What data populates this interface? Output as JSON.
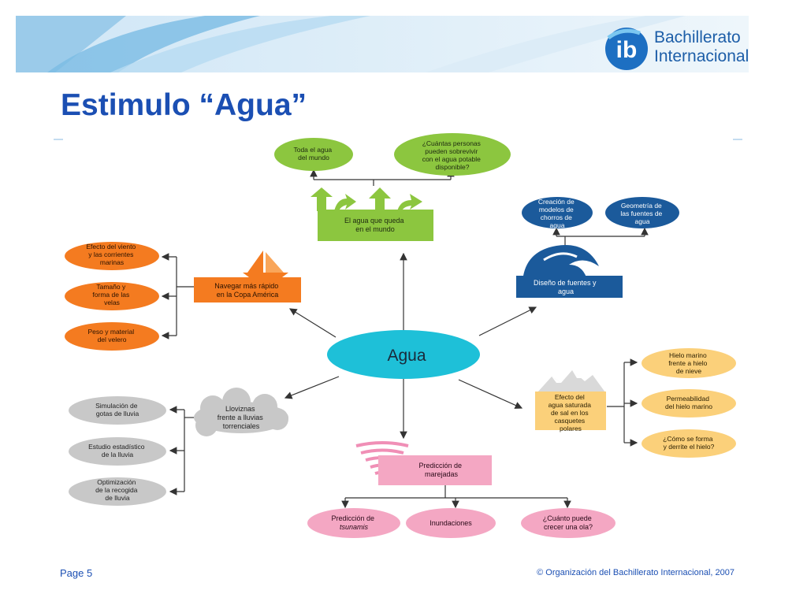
{
  "header": {
    "logo_line1": "Bachillerato",
    "logo_line2": "Internacional",
    "logo_mark": "ib",
    "title": "Estimulo “Agua”"
  },
  "colors": {
    "green": "#8cc63f",
    "blue_dark": "#1b5a9b",
    "orange": "#f47b20",
    "cyan": "#1ec0d8",
    "gray": "#c8c8c8",
    "pink": "#f4a7c3",
    "yellow": "#fbd07a",
    "title_blue": "#1b4fb3"
  },
  "diagram": {
    "center": "Agua",
    "world": {
      "box": [
        "El agua que queda",
        "en el mundo"
      ],
      "left": [
        "Toda el agua",
        "del mundo"
      ],
      "right": [
        "¿Cuántas personas",
        "pueden sobrevivir",
        "con el agua potable",
        "disponible?"
      ]
    },
    "fountain": {
      "box": [
        "Diseño de fuentes y",
        "agua"
      ],
      "left": [
        "Creación de",
        "modelos de",
        "chorros de",
        "agua"
      ],
      "right": [
        "Geometría de",
        "las fuentes de",
        "agua"
      ]
    },
    "sail": {
      "box": [
        "Navegar más rápido",
        "en la Copa América"
      ],
      "items": [
        [
          "Efecto del viento",
          "y las corrientes",
          "marinas"
        ],
        [
          "Tamaño y",
          "forma de las",
          "velas"
        ],
        [
          "Peso y material",
          "del velero"
        ]
      ]
    },
    "rain": {
      "box": [
        "Lloviznas",
        "frente a lluvias",
        "torrenciales"
      ],
      "items": [
        [
          "Simulación de",
          "gotas de lluvia"
        ],
        [
          "Estudio estadístico",
          "de la lluvia"
        ],
        [
          "Optimización",
          "de la recogida",
          "de lluvia"
        ]
      ]
    },
    "ice": {
      "box": [
        "Efecto del",
        "agua saturada",
        "de sal en los",
        "casquetes",
        "polares"
      ],
      "items": [
        [
          "Hielo marino",
          "frente a hielo",
          "de nieve"
        ],
        [
          "Permeabilidad",
          "del hielo marino"
        ],
        [
          "¿Cómo se forma",
          "y derrite el hielo?"
        ]
      ]
    },
    "waves": {
      "box": [
        "Predicción de",
        "marejadas"
      ],
      "items": [
        [
          "Predicción de",
          "tsunamis"
        ],
        [
          "Inundaciones"
        ],
        [
          "¿Cuánto puede",
          "crecer una ola?"
        ]
      ]
    }
  },
  "footer": {
    "page": "Page 5",
    "copyright": "© Organización del Bachillerato Internacional, 2007"
  }
}
